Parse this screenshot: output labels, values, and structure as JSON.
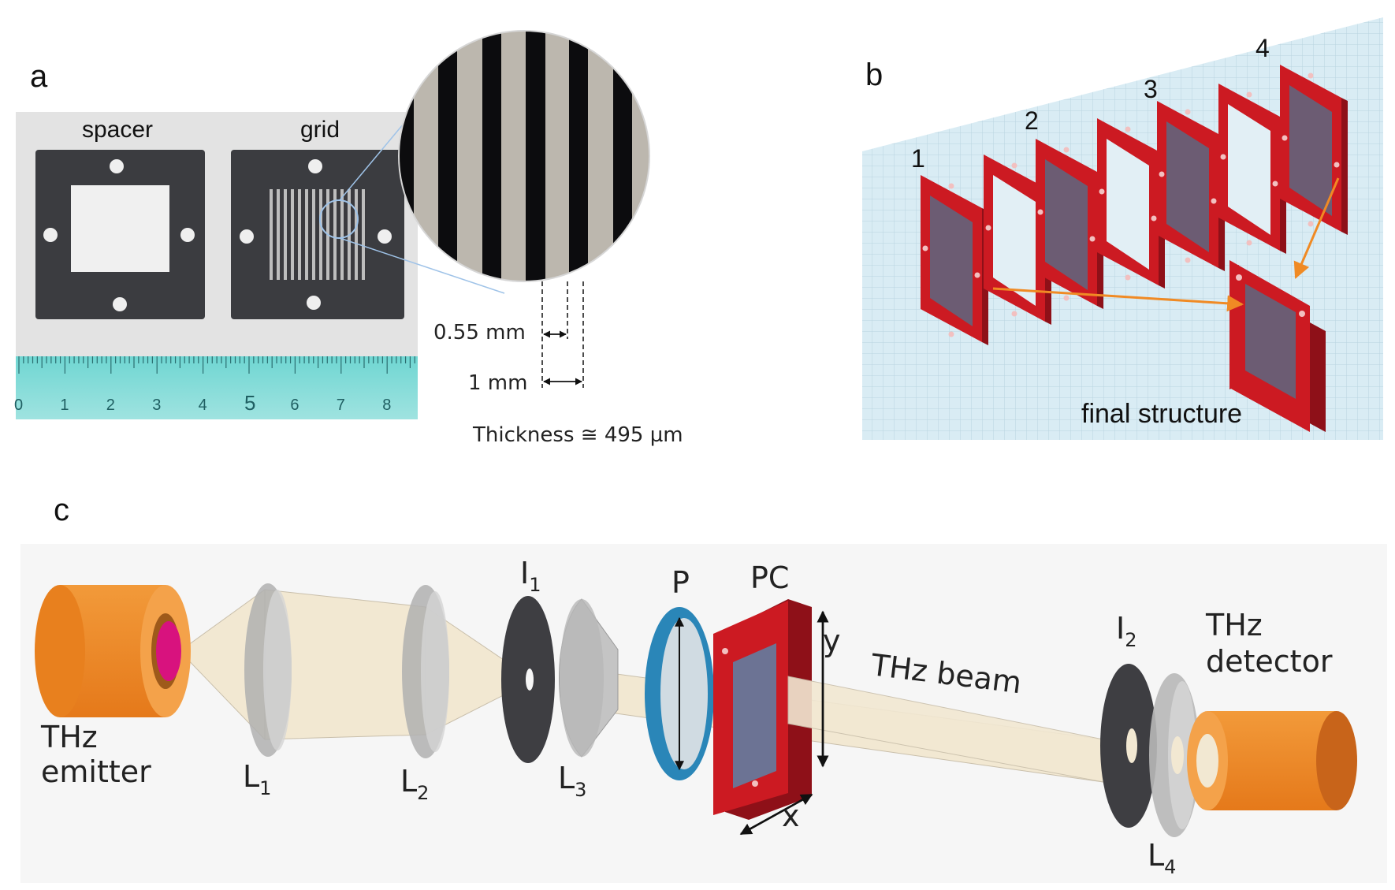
{
  "panel_a": {
    "letter": "a",
    "spacer_label": "spacer",
    "grid_label": "grid",
    "ruler_ticks": [
      "0",
      "1",
      "2",
      "3",
      "4",
      "5",
      "6",
      "7",
      "8"
    ],
    "dim_small": "0.55 mm",
    "dim_large": "1 mm",
    "thickness": "Thickness ≅ 495 µm"
  },
  "panel_b": {
    "letter": "b",
    "layers": [
      "1",
      "2",
      "3",
      "4"
    ],
    "final_label": "final structure"
  },
  "panel_c": {
    "letter": "c",
    "emitter_line1": "THz",
    "emitter_line2": "emitter",
    "detector_line1": "THz",
    "detector_line2": "detector",
    "L1": {
      "main": "L",
      "sub": "1"
    },
    "L2": {
      "main": "L",
      "sub": "2"
    },
    "L3": {
      "main": "L",
      "sub": "3"
    },
    "L4": {
      "main": "L",
      "sub": "4"
    },
    "I1": {
      "main": "I",
      "sub": "1"
    },
    "I2": {
      "main": "I",
      "sub": "2"
    },
    "P": "P",
    "PC": "PC",
    "beam": "THz beam",
    "axis_y": "y",
    "axis_x": "x"
  },
  "colors": {
    "red_frame": "#cc1a22",
    "orange": "#f08a24",
    "plate_gray": "#3e3e42",
    "polarizer_blue": "#2a86b8",
    "beam": "#f2e8d2",
    "magenta": "#d8127e"
  }
}
